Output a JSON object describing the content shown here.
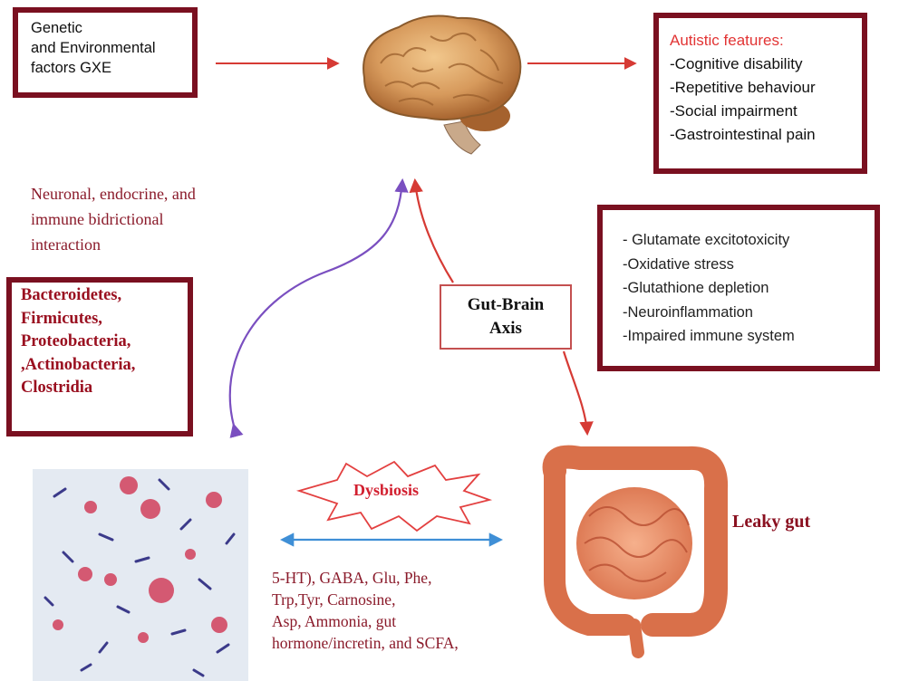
{
  "factors_box": {
    "lines": [
      "Genetic",
      "and Environmental",
      "factors GXE"
    ]
  },
  "autistic_box": {
    "heading": "Autistic features:",
    "items": [
      "-Cognitive disability",
      "-Repetitive behaviour",
      "-Social impairment",
      "-Gastrointestinal pain"
    ]
  },
  "interaction_text": {
    "lines": [
      "Neuronal, endocrine, and",
      "immune bidrictional",
      "interaction"
    ]
  },
  "mechanisms_box": {
    "items": [
      "- Glutamate excitotoxicity",
      "-Oxidative stress",
      "-Glutathione depletion",
      "-Neuroinflammation",
      "-Impaired immune system"
    ]
  },
  "bacteria_box": {
    "items": [
      "Bacteroidetes,",
      "Firmicutes,",
      "Proteobacteria,",
      ",Actinobacteria,",
      "Clostridia"
    ]
  },
  "gut_brain_axis": {
    "lines": [
      "Gut-Brain",
      "Axis"
    ]
  },
  "dysbiosis_label": "Dysbiosis",
  "leaky_gut_label": "Leaky gut",
  "metabolites": {
    "lines": [
      "5-HT), GABA, Glu, Phe,",
      "Trp,Tyr, Carnosine,",
      "Asp, Ammonia, gut",
      "hormone/incretin, and SCFA,"
    ]
  },
  "colors": {
    "box_border": "#7a1020",
    "arrow_red": "#d63a34",
    "arrow_purple": "#7a4fc0",
    "arrow_blue": "#3f8fd6",
    "heading_red": "#e23434",
    "text_maroon": "#8a1a2a"
  },
  "icons": [
    "brain-icon",
    "intestine-icon",
    "bacteria-micrograph",
    "dysbiosis-burst-icon"
  ]
}
